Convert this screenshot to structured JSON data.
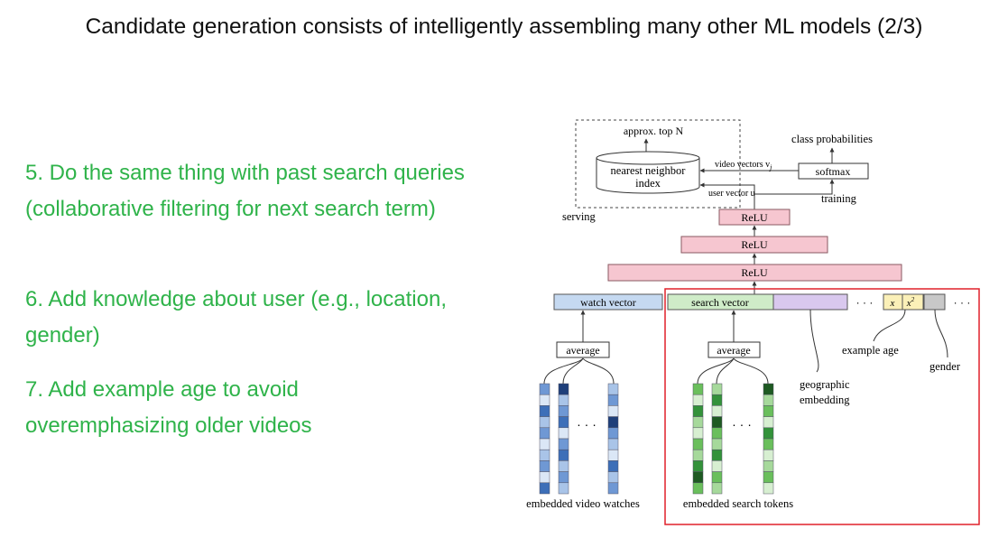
{
  "slide": {
    "title": "Candidate generation consists of intelligently assembling many other ML models (2/3)",
    "bullets": [
      {
        "text": "5. Do the same thing with past search queries (collaborative filtering for next search term)"
      },
      {
        "text": "6. Add knowledge about user (e.g., location, gender)"
      },
      {
        "text": "7. Add example age to avoid overemphasizing older videos"
      }
    ]
  },
  "diagram": {
    "approx_top_n": "approx. top N",
    "class_probabilities": "class probabilities",
    "nn_index_line1": "nearest neighbor",
    "nn_index_line2": "index",
    "video_vectors": "video vectors v",
    "video_vectors_sub": "j",
    "softmax": "softmax",
    "user_vector": "user vector u",
    "training": "training",
    "serving": "serving",
    "relu": "ReLU",
    "watch_vector": "watch vector",
    "search_vector": "search vector",
    "ellipsis": "· · ·",
    "x": "x",
    "x2": "x",
    "x2_sup": "2",
    "average": "average",
    "example_age": "example age",
    "gender": "gender",
    "geo_line1": "geographic",
    "geo_line2": "embedding",
    "embedded_video_watches": "embedded video watches",
    "embedded_search_tokens": "embedded search tokens",
    "colors": {
      "relu_fill": "#f6c6d0",
      "relu_stroke": "#8a5a62",
      "watch_fill": "#c5d9f1",
      "search_fill": "#cfecc8",
      "geo_fill": "#d9c8ee",
      "age_fill": "#fbf0b8",
      "gender_fill": "#c8c8c8",
      "highlight": "#e0202a",
      "bullet_text": "#2fb34a"
    }
  }
}
